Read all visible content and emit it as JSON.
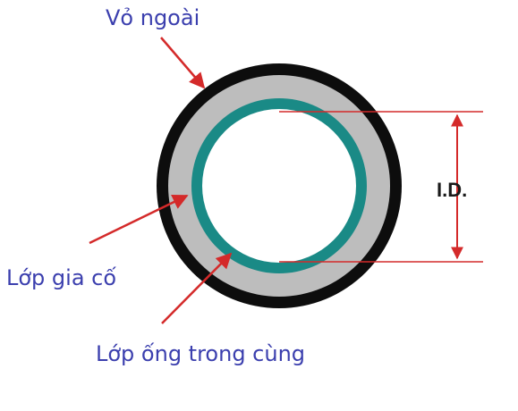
{
  "labels": {
    "outer_shell": "Vỏ ngoài",
    "reinforcement": "Lớp gia cố",
    "inner_tube": "Lớp ống trong cùng",
    "inner_diameter": "I.D."
  },
  "colors": {
    "outer_shell": "#0d0d0d",
    "reinforcement": "#bdbdbd",
    "inner_tube": "#1a8a86",
    "bore": "#ffffff",
    "arrows": "#d42a2a",
    "label_text": "#3b3fae",
    "dimension_label": "#1a1a1a"
  }
}
